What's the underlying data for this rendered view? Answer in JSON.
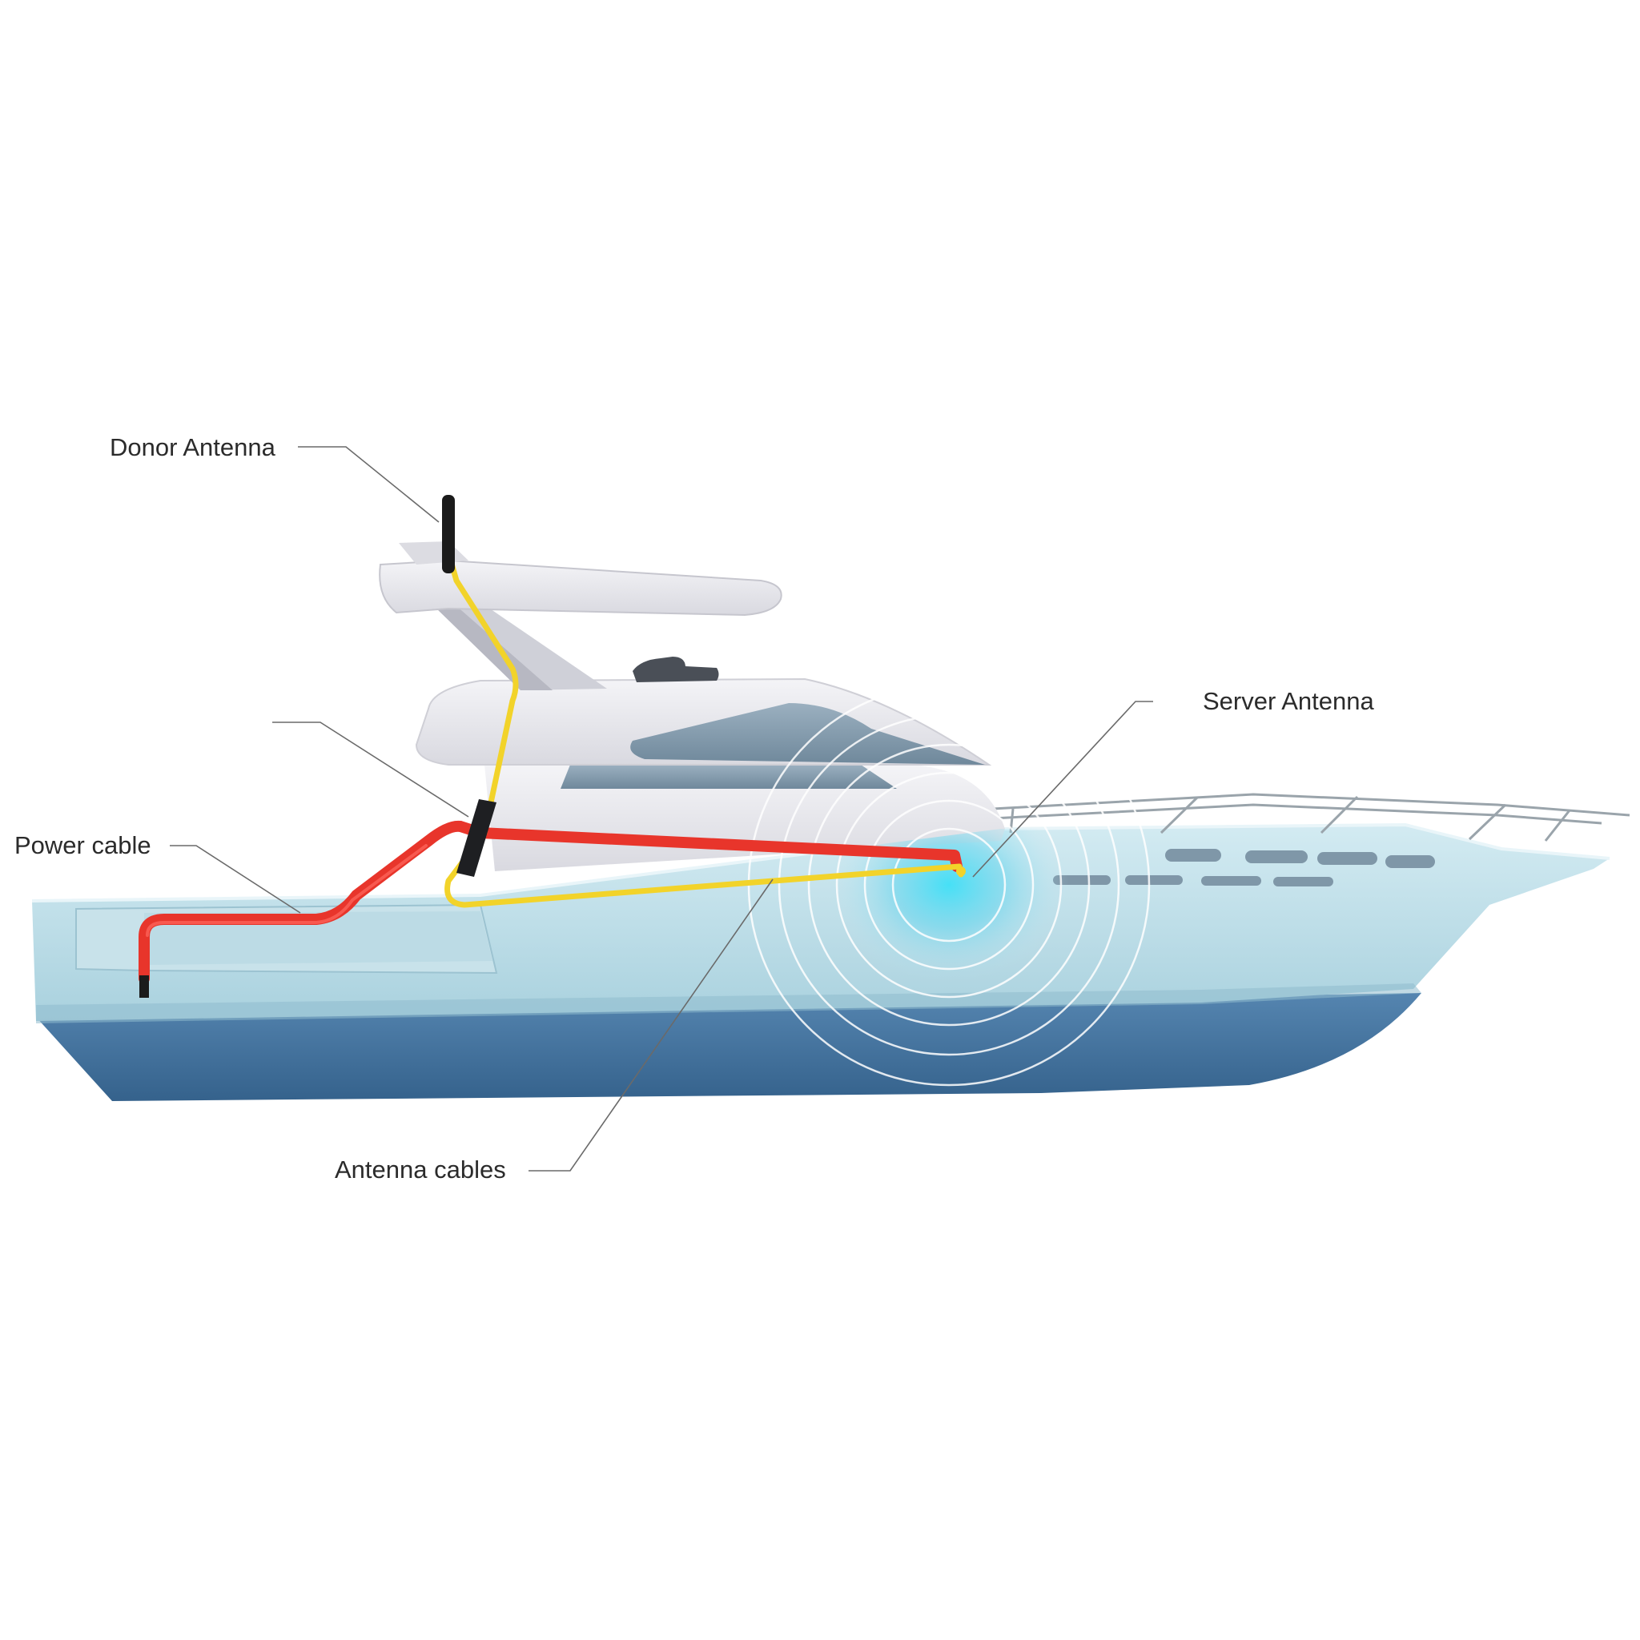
{
  "diagram": {
    "labels": {
      "donor_antenna": "Donor Antenna",
      "server_antenna": "Server Antenna",
      "power_cable": "Power cable",
      "antenna_cables": "Antenna cables"
    },
    "colors": {
      "background": "#ffffff",
      "hull_upper": "#bfe0ea",
      "hull_lower": "#3f6f9a",
      "superstructure": "#ececf0",
      "window": "#7f98aa",
      "power_cable": "#e8352b",
      "antenna_cable": "#f2d32a",
      "signal_glow": "#39d6f2",
      "antenna": "#1b1b1b",
      "leader_line": "#6a6a6a",
      "label_text": "#2b2b2b"
    },
    "icons": {
      "donor_antenna": "donor-antenna-icon",
      "server_antenna": "server-antenna-icon",
      "boat": "boat-icon"
    }
  }
}
